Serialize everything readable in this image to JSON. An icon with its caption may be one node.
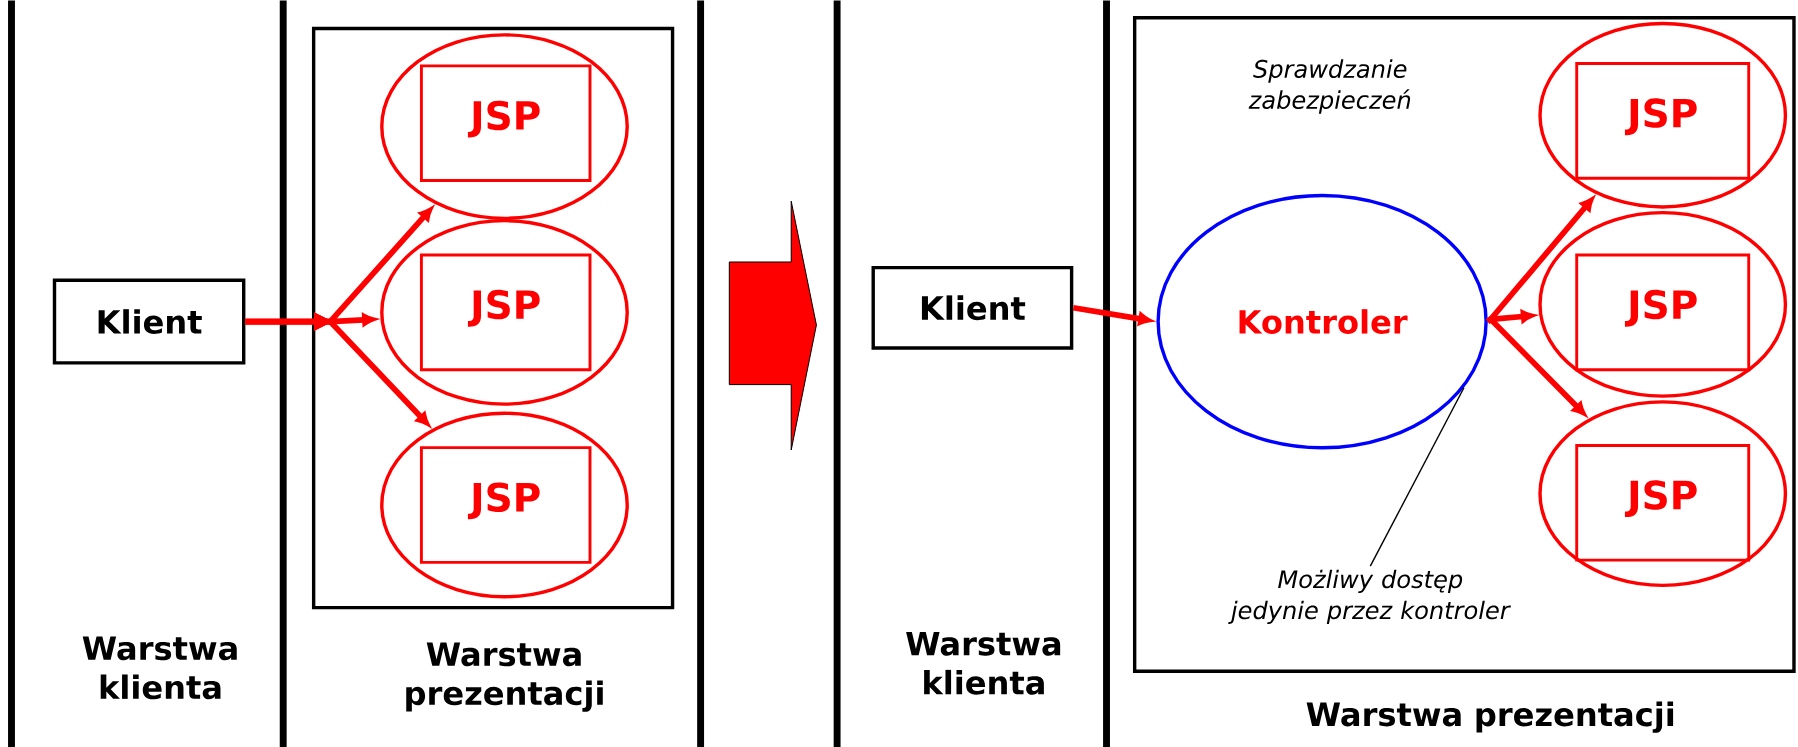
{
  "diagram": {
    "nodes": [
      {
        "text": [
          "Klient"
        ]
      },
      {
        "text": [],
        "shape": "box"
      },
      {
        "text": [],
        "shape": "circle",
        "in": 1
      },
      {
        "text": [
          "JSP"
        ],
        "in": 2
      },
      {
        "text": [],
        "shape": "circle",
        "in": 1
      },
      {
        "text": [
          "JSP"
        ],
        "in": 4
      },
      {
        "text": [],
        "shape": "circle",
        "in": 1
      },
      {
        "text": [
          "JSP"
        ],
        "in": 6
      },
      {
        "text": [
          "Klient"
        ]
      },
      {
        "text": [],
        "shape": "box"
      },
      {
        "text": [
          "Kontroler"
        ],
        "in": 9
      },
      {
        "text": [],
        "shape": "circle",
        "in": 9
      },
      {
        "text": [
          "JSP"
        ],
        "in": 11
      },
      {
        "text": [],
        "shape": "circle",
        "in": 9
      },
      {
        "text": [
          "JSP"
        ],
        "in": 13
      },
      {
        "text": [],
        "shape": "circle",
        "in": 9
      },
      {
        "text": [
          "JSP"
        ],
        "in": 15
      },
      {
        "text": [
          "Możliwy dostęp jedynie przez kontroler"
        ],
        "in": 9
      }
    ],
    "edges": [
      {
        "from": 0,
        "to": 2,
        "arrow": "to"
      },
      {
        "from": 0,
        "to": 4,
        "arrow": "to"
      },
      {
        "from": 0,
        "to": 6,
        "arrow": "to"
      },
      {
        "from": 8,
        "to": 10,
        "arrow": "to"
      },
      {
        "from": 10,
        "to": 11,
        "arrow": "to"
      },
      {
        "from": 10,
        "to": 13,
        "arrow": "to"
      },
      {
        "from": 10,
        "to": 15,
        "arrow": "to"
      },
      {
        "from": 17,
        "to": 10,
        "arrow": "none",
        "color": "#000000"
      }
    ],
    "labels": [
      "Sprawdzanie zabezpieczeń",
      "Warstwa klienta",
      "Warstwa prezentacji",
      "Warstwa klienta",
      "Warstwa prezentacji"
    ]
  }
}
